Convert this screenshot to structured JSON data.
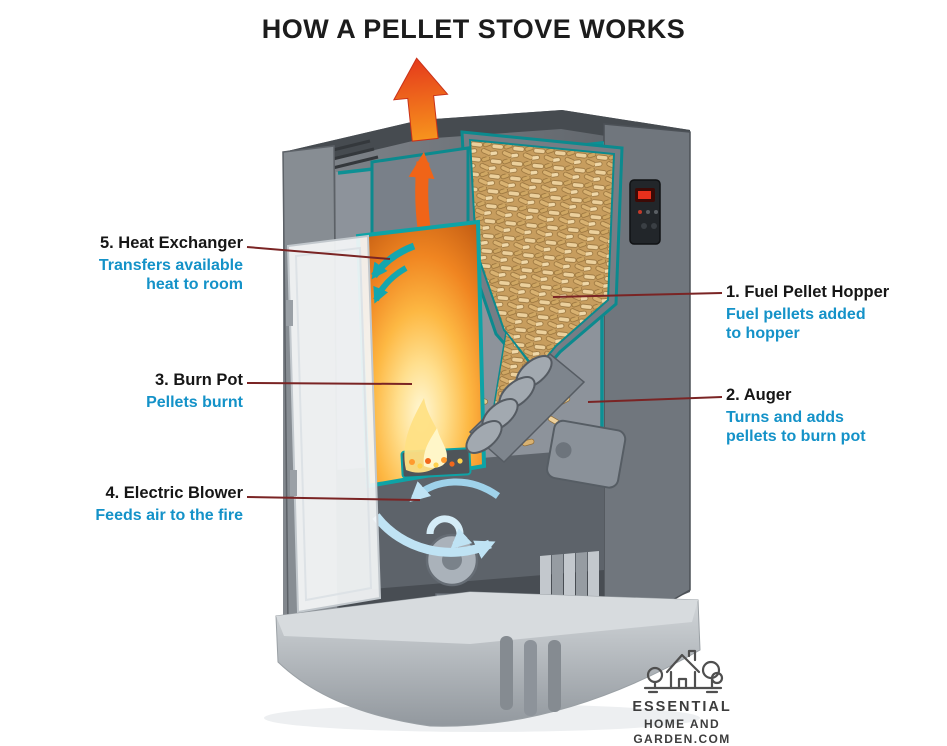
{
  "title": "HOW A PELLET STOVE WORKS",
  "labels": {
    "hopper": {
      "title": "1. Fuel Pellet Hopper",
      "desc": [
        "Fuel pellets added",
        "to hopper"
      ]
    },
    "auger": {
      "title": "2. Auger",
      "desc": [
        "Turns and adds",
        "pellets to burn pot"
      ]
    },
    "burn_pot": {
      "title": "3. Burn Pot",
      "desc": [
        "Pellets burnt"
      ]
    },
    "blower": {
      "title": "4. Electric Blower",
      "desc": [
        "Feeds air to the fire"
      ]
    },
    "heat_exchanger": {
      "title": "5. Heat Exchanger",
      "desc": [
        "Transfers available",
        "heat to room"
      ]
    }
  },
  "logo": {
    "lines": [
      "ESSENTIAL",
      "HOME AND",
      "GARDEN.COM"
    ]
  },
  "colors": {
    "desc_blue": "#1492c8",
    "leader_line": "#7a2424",
    "title_text": "#1c1c1c",
    "teal_lining": "#0d9094",
    "pellet_tan": "#d9b271",
    "fire_orange": "#f08521",
    "exhaust_red": "#e8391b"
  }
}
